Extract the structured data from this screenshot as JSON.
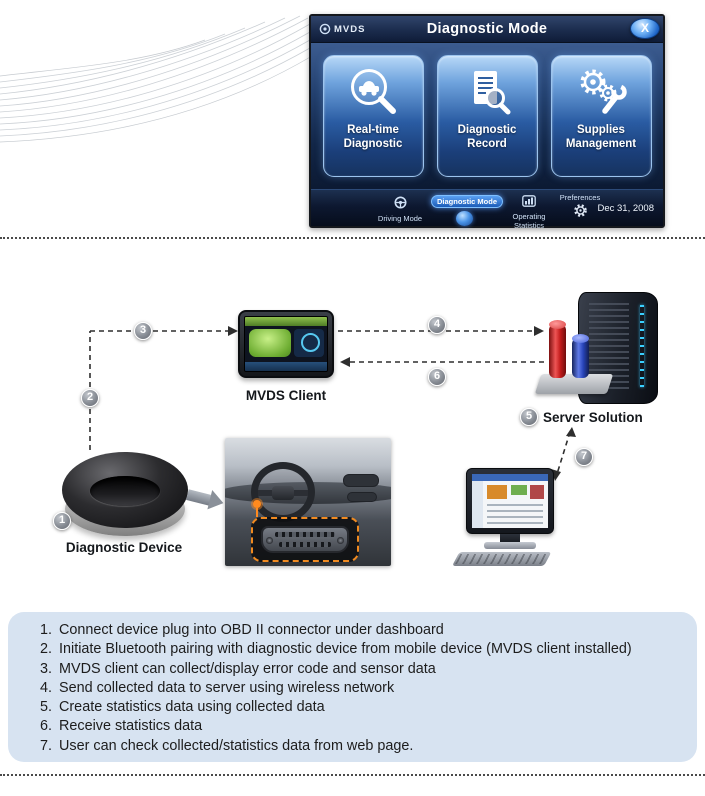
{
  "device": {
    "brand": "MVDS",
    "title": "Diagnostic Mode",
    "close_label": "X",
    "buttons": [
      {
        "line1": "Real-time",
        "line2": "Diagnostic"
      },
      {
        "line1": "Diagnostic",
        "line2": "Record"
      },
      {
        "line1": "Supplies",
        "line2": "Management"
      }
    ],
    "taskbar": {
      "driving": "Driving Mode",
      "diagnostic": "Diagnostic Mode",
      "operating": "Operating Statistics",
      "preferences": "Preferences",
      "date": "Dec 31, 2008"
    }
  },
  "diagram": {
    "client_label": "MVDS Client",
    "server_label": "Server Solution",
    "device_label": "Diagnostic Device",
    "markers": [
      "1",
      "2",
      "3",
      "4",
      "5",
      "6",
      "7"
    ]
  },
  "steps": [
    {
      "num": "1.",
      "text": "Connect device plug into OBD II connector under dashboard"
    },
    {
      "num": "2.",
      "text": "Initiate Bluetooth pairing with diagnostic device from mobile device (MVDS client installed)"
    },
    {
      "num": "3.",
      "text": "MVDS client can collect/display error code and sensor data"
    },
    {
      "num": "4.",
      "text": "Send collected data to server using wireless network"
    },
    {
      "num": "5.",
      "text": "Create statistics data using collected data"
    },
    {
      "num": "6.",
      "text": "Receive statistics data"
    },
    {
      "num": "7.",
      "text": "User can check collected/statistics data from web page."
    }
  ],
  "colors": {
    "info_box": "#d7e3f1",
    "accent_blue": "#1f5fc0",
    "highlight_orange": "#f08a20"
  }
}
